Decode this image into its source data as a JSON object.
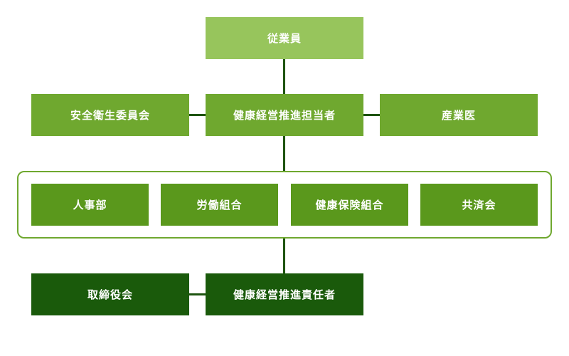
{
  "diagram": {
    "top": {
      "label": "従業員"
    },
    "middle_row": {
      "left": {
        "label": "安全衛生委員会"
      },
      "center": {
        "label": "健康経営推進担当者"
      },
      "right": {
        "label": "産業医"
      }
    },
    "group_row": [
      {
        "label": "人事部"
      },
      {
        "label": "労働組合"
      },
      {
        "label": "健康保険組合"
      },
      {
        "label": "共済会"
      }
    ],
    "bottom_row": {
      "left": {
        "label": "取締役会"
      },
      "center": {
        "label": "健康経営推進責任者"
      }
    },
    "colors": {
      "top_box": "#97c55c",
      "middle_box": "#6fa82f",
      "group_box": "#5a981c",
      "bottom_box": "#1a5a0b",
      "connector": "#1e5410",
      "group_frame": "#6fa82f"
    }
  }
}
